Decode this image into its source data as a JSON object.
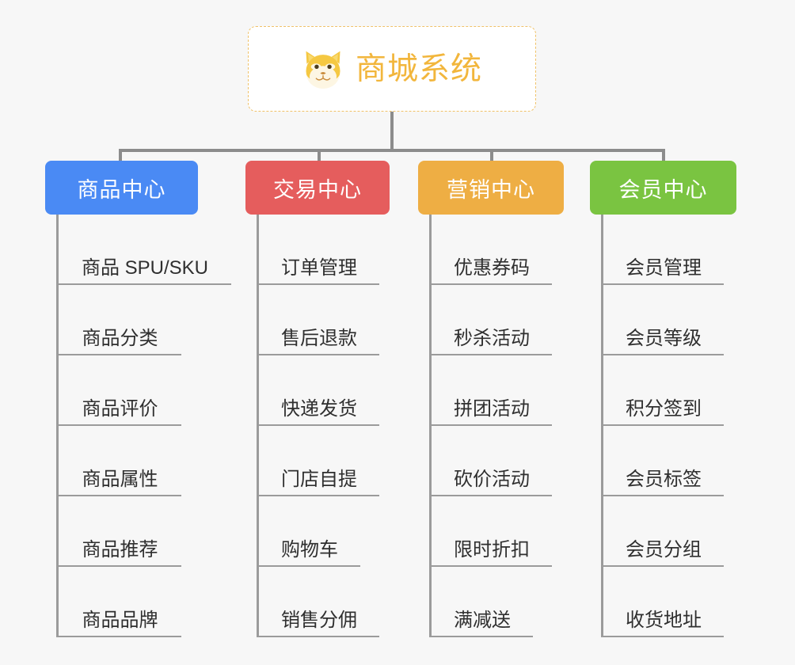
{
  "root": {
    "title": "商城系统",
    "icon": "shiba-dog-icon",
    "border_color": "#f0c269",
    "title_color": "#f2b63c",
    "background": "#ffffff"
  },
  "canvas": {
    "background": "#f7f7f7",
    "connector_color": "#8c8c8c",
    "leaf_line_color": "#9b9b9b"
  },
  "columns": [
    {
      "id": "product-center",
      "label": "商品中心",
      "color": "#4a8af4",
      "items": [
        "商品 SPU/SKU",
        "商品分类",
        "商品评价",
        "商品属性",
        "商品推荐",
        "商品品牌"
      ]
    },
    {
      "id": "trade-center",
      "label": "交易中心",
      "color": "#e55d5d",
      "items": [
        "订单管理",
        "售后退款",
        "快递发货",
        "门店自提",
        "购物车",
        "销售分佣"
      ]
    },
    {
      "id": "marketing-center",
      "label": "营销中心",
      "color": "#eeae44",
      "items": [
        "优惠券码",
        "秒杀活动",
        "拼团活动",
        "砍价活动",
        "限时折扣",
        "满减送"
      ]
    },
    {
      "id": "member-center",
      "label": "会员中心",
      "color": "#7ac441",
      "items": [
        "会员管理",
        "会员等级",
        "积分签到",
        "会员标签",
        "会员分组",
        "收货地址"
      ]
    }
  ]
}
